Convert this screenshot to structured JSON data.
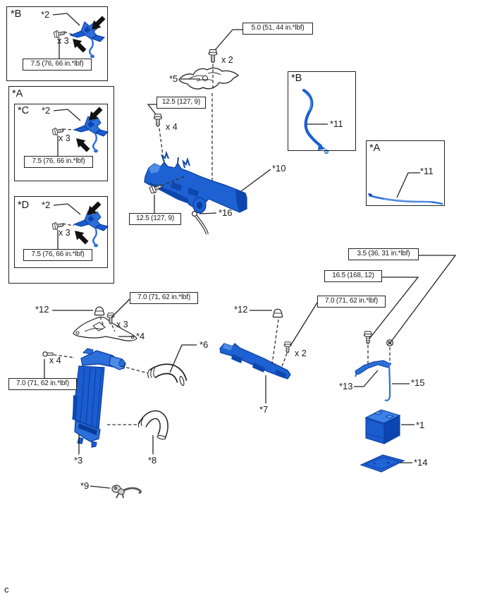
{
  "diagram": {
    "footer_mark": "c",
    "accent_blue": "#1b5cd0",
    "accent_blue_dark": "#0a3c9e",
    "accent_blue_light": "#4f8ce6"
  },
  "insets": {
    "top_b": {
      "title": "*B",
      "part_ref": "*2",
      "qty": "x 3",
      "torque": "7.5 (76, 66 in.*lbf)"
    },
    "left_a": {
      "title": "*A"
    },
    "left_c": {
      "title": "*C",
      "part_ref": "*2",
      "qty": "x 3",
      "torque": "7.5 (76, 66 in.*lbf)"
    },
    "left_d": {
      "title": "*D",
      "part_ref": "*2",
      "qty": "x 3",
      "torque": "7.5 (76, 66 in.*lbf)"
    },
    "right_b": {
      "title": "*B",
      "part_ref": "*11"
    },
    "right_a": {
      "title": "*A",
      "part_ref": "*11"
    }
  },
  "specs": {
    "hood_lock": "5.0 (51, 44 in.*lbf)",
    "support_upper": "12.5 (127, 9)",
    "support_side": "12.5 (127, 9)",
    "battery_clamp_nut": "3.5 (36, 31 in.*lbf)",
    "battery_clamp_bolt": "16.5 (168, 12)",
    "bracket": "7.0 (71, 62 in.*lbf)",
    "support_lower": "7.0 (71, 62 in.*lbf)",
    "cooler": "7.0 (71, 62 in.*lbf)"
  },
  "quantities": {
    "hood_lock": "x 2",
    "support_upper": "x 4",
    "bracket": "x 3",
    "cooler": "x 4",
    "support_lower": "x 2"
  },
  "callouts": {
    "battery": "*1",
    "cooler": "*3",
    "bracket": "*4",
    "hood_lock": "*5",
    "hose_upper": "*6",
    "support_lower": "*7",
    "hose_lower": "*8",
    "clamp": "*9",
    "radiator_support": "*10",
    "tube_b": "*11",
    "tube_a": "*11",
    "grommet_left": "*12",
    "grommet_mid": "*12",
    "battery_clamp": "*13",
    "battery_tray": "*14",
    "j_bolt": "*15",
    "hook": "*16"
  }
}
